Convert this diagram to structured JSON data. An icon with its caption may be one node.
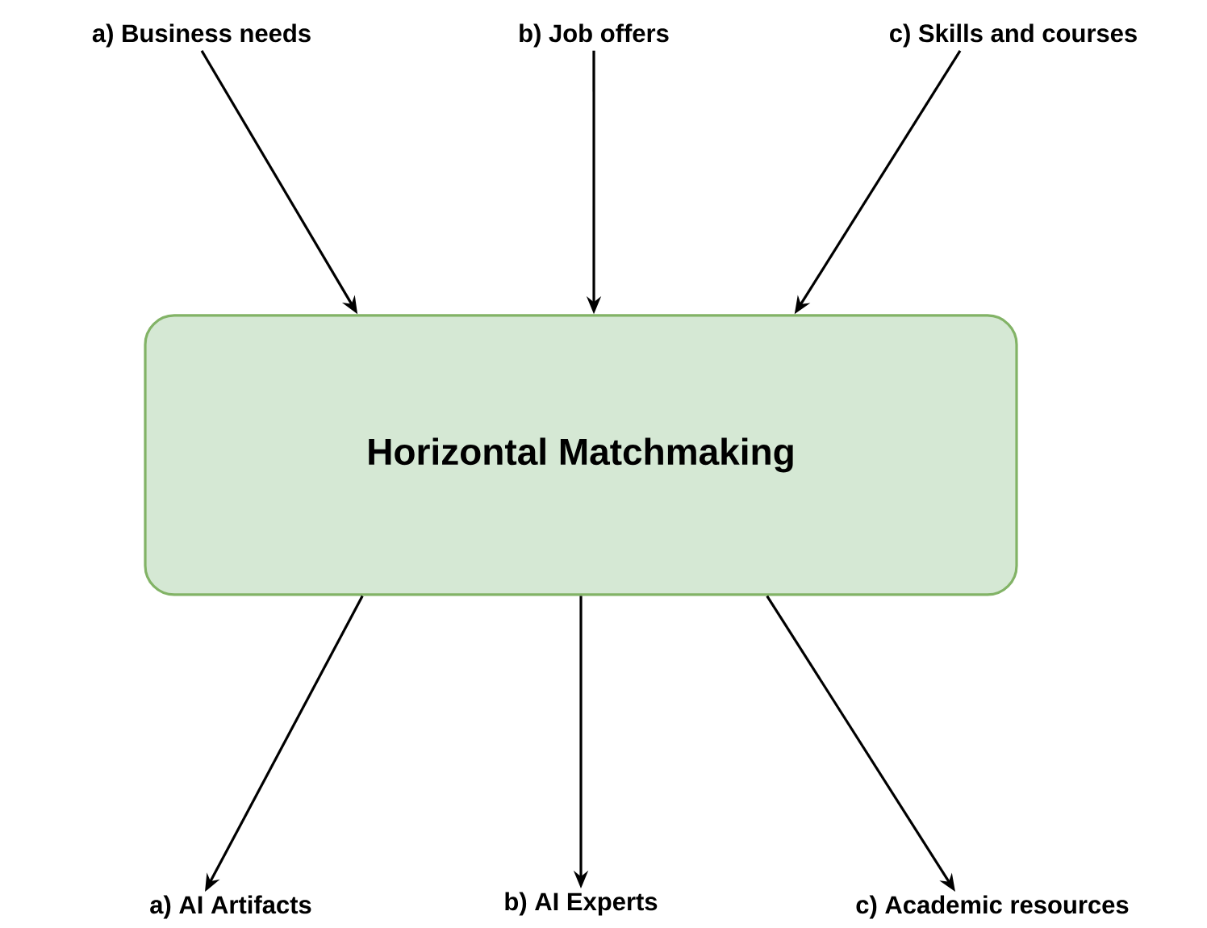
{
  "diagram": {
    "nodes": [
      {
        "text": [
          "a) Business needs"
        ]
      },
      {
        "text": [
          "b) Job offers"
        ]
      },
      {
        "text": [
          "c) Skills and courses"
        ]
      },
      {
        "text": [
          "Horizontal Matchmaking"
        ]
      },
      {
        "text": [
          "a) AI Artifacts"
        ]
      },
      {
        "text": [
          "b) AI Experts"
        ]
      },
      {
        "text": [
          "c) Academic resources"
        ]
      }
    ],
    "edges": [
      {
        "from": 0,
        "to": 3,
        "arrow": "to"
      },
      {
        "from": 1,
        "to": 3,
        "arrow": "to"
      },
      {
        "from": 2,
        "to": 3,
        "arrow": "to"
      },
      {
        "from": 3,
        "to": 4,
        "arrow": "to"
      },
      {
        "from": 3,
        "to": 5,
        "arrow": "to"
      },
      {
        "from": 3,
        "to": 6,
        "arrow": "to"
      }
    ]
  }
}
